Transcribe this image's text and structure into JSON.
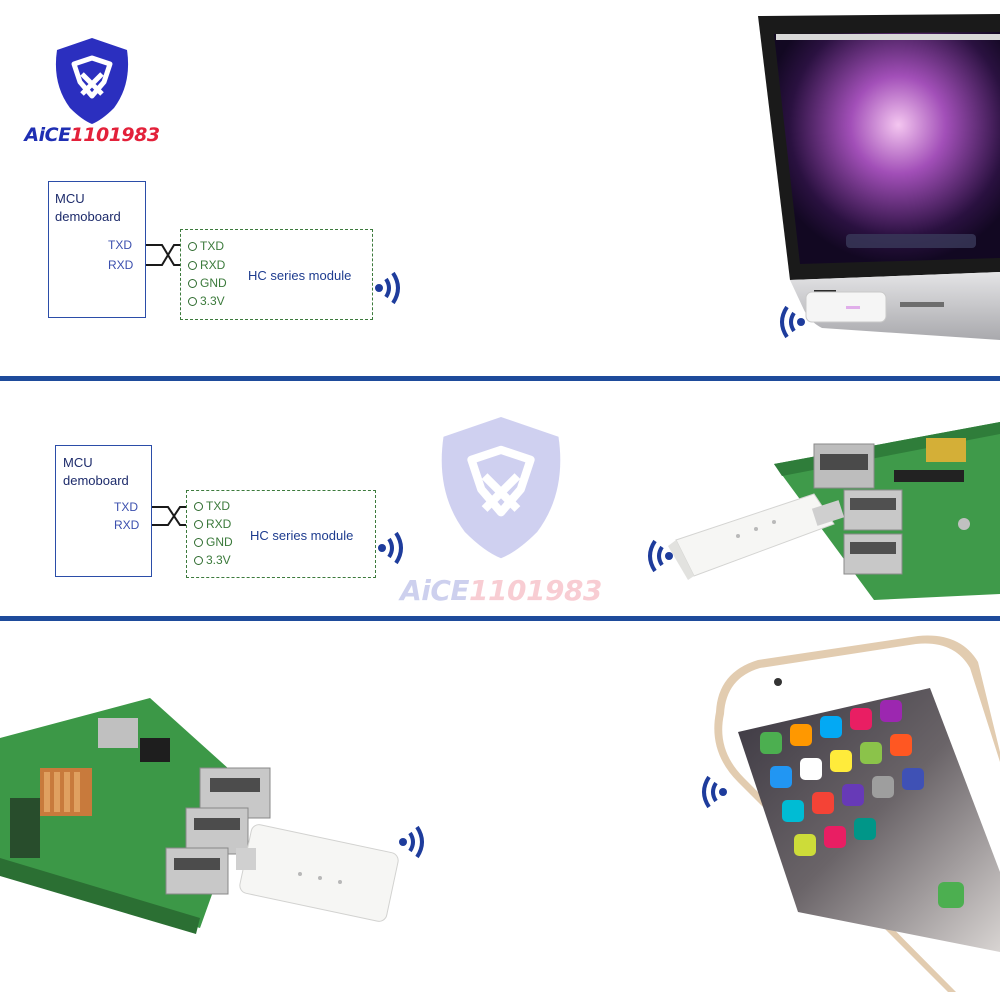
{
  "brand": {
    "logo_text_blue": "AiCE",
    "logo_text_red": "1101983",
    "colors": {
      "logo_blue": "#1f2fb3",
      "logo_red": "#e3213a",
      "divider": "#1e4b9b",
      "module_green": "#3c7a3c"
    }
  },
  "diagram_1": {
    "mcu_title_line1": "MCU",
    "mcu_title_line2": "demoboard",
    "mcu_pin_txd": "TXD",
    "mcu_pin_rxd": "RXD",
    "module_pins": [
      "TXD",
      "RXD",
      "GND",
      "3.3V"
    ],
    "module_name": "HC series module",
    "icon": "wireless-signal-icon"
  },
  "diagram_2": {
    "mcu_title_line1": "MCU",
    "mcu_title_line2": "demoboard",
    "mcu_pin_txd": "TXD",
    "mcu_pin_rxd": "RXD",
    "module_pins": [
      "TXD",
      "RXD",
      "GND",
      "3.3V"
    ],
    "module_name": "HC series module",
    "icon": "wireless-signal-icon"
  },
  "photos": {
    "laptop": "laptop-with-usb-adapter-photo",
    "raspberry_pi_top": "raspberry-pi-with-usb-adapter-photo",
    "raspberry_pi_bottom": "raspberry-pi-with-usb-adapter-photo",
    "phone": "smartphone-photo"
  }
}
